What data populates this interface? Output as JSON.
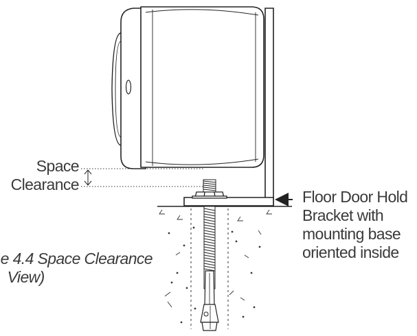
{
  "labels": {
    "space_clearance": [
      "Space",
      "Clearance"
    ],
    "bracket_callout": [
      "Floor Door Hold",
      "Bracket with",
      "mounting base",
      "oriented inside"
    ],
    "figure_caption": [
      "e 4.4 Space Clearance",
      "View)"
    ]
  }
}
